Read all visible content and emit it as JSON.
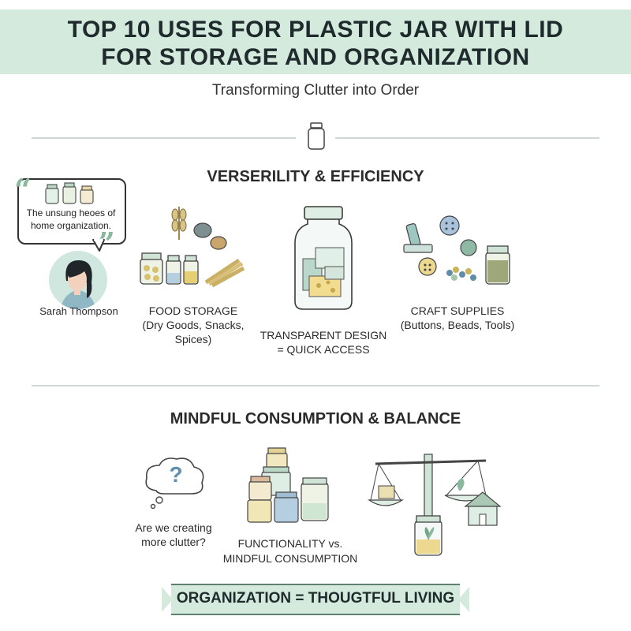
{
  "header": {
    "title_line1": "TOP 10 USES FOR PLASTIC JAR WITH LID",
    "title_line2": "FOR STORAGE AND ORGANIZATION",
    "subtitle": "Transforming Clutter into Order"
  },
  "quote": {
    "text_line1": "The unsung heoes of",
    "text_line2": "home organization.",
    "open_mark": "“",
    "close_mark": "”",
    "person_name": "Sarah Thompson"
  },
  "section1": {
    "heading": "VERSERILITY & EFFICIENCY",
    "items": [
      {
        "title": "FOOD STORAGE",
        "detail": "(Dry Goods, Snacks, Spices)"
      },
      {
        "title_line1": "TRANSPARENT DESIGN",
        "title_line2": "= QUICK ACCESS"
      },
      {
        "title": "CRAFT SUPPLIES",
        "detail": "(Buttons, Beads, Tools)"
      }
    ]
  },
  "section2": {
    "heading": "MINDFUL CONSUMPTION & BALANCE",
    "thought_mark": "?",
    "question_line1": "Are we creating",
    "question_line2": "more clutter?",
    "balance_line1": "FUNCTIONALITY vs.",
    "balance_line2": "MINDFUL CONSUMPTION"
  },
  "footer": {
    "text": "ORGANIZATION = THOUGTFUL LIVING"
  },
  "colors": {
    "accent_mint": "#d3eadc",
    "accent_green": "#8ab89f",
    "outline": "#3a3a3a"
  }
}
